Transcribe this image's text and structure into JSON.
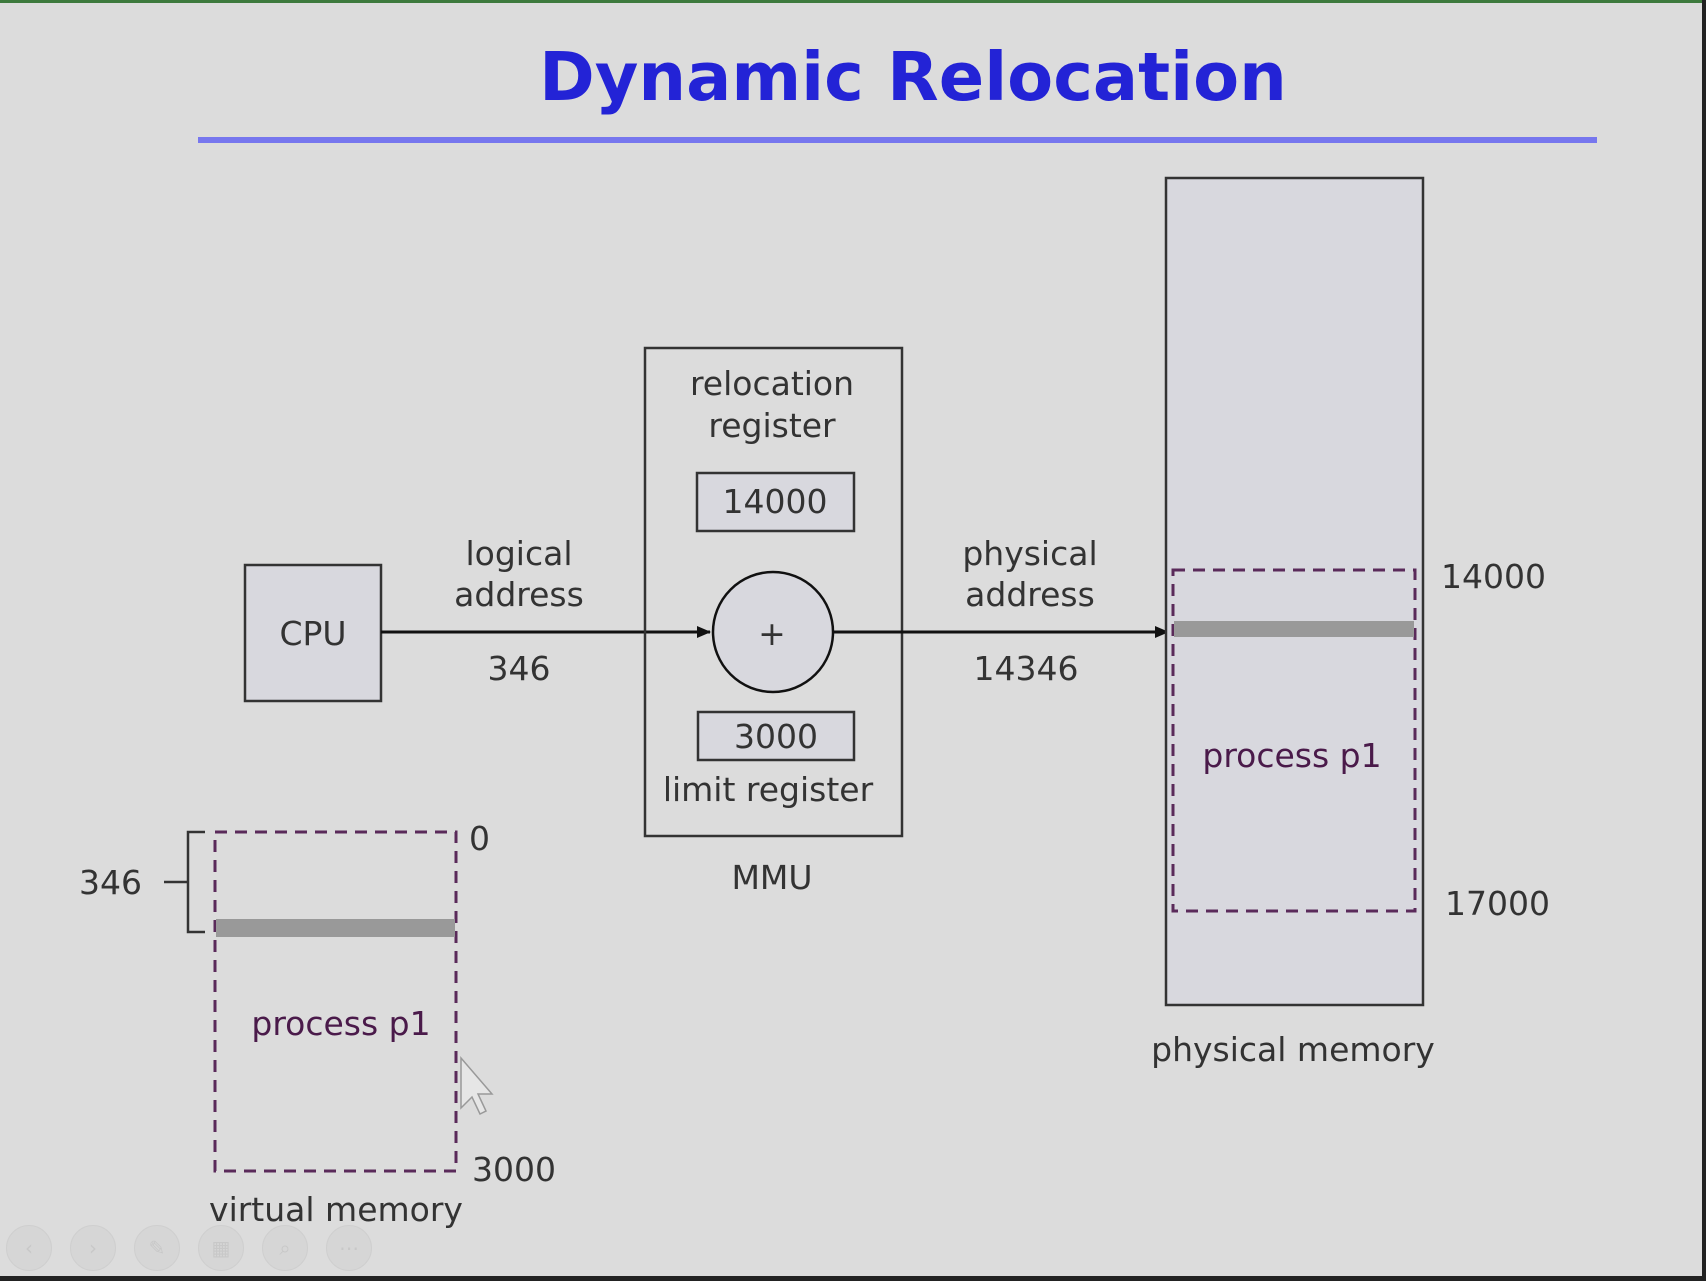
{
  "slide": {
    "title": "Dynamic Relocation"
  },
  "cpu": {
    "label": "CPU"
  },
  "logical_address": {
    "line1": "logical",
    "line2": "address",
    "value": "346"
  },
  "mmu": {
    "relocation_line1": "relocation",
    "relocation_line2": "register",
    "relocation_value": "14000",
    "adder_symbol": "+",
    "limit_value": "3000",
    "limit_label": "limit register",
    "label": "MMU"
  },
  "physical_address": {
    "line1": "physical",
    "line2": "address",
    "value": "14346"
  },
  "physical_memory": {
    "label": "physical memory",
    "process_label": "process p1",
    "start": "14000",
    "end": "17000"
  },
  "virtual_memory": {
    "label": "virtual memory",
    "process_label": "process p1",
    "start": "0",
    "end": "3000",
    "offset": "346"
  },
  "colors": {
    "title": "#2323d6",
    "title_rule": "#7777ee",
    "process_border": "#5a2a5a",
    "access_bar": "#999999",
    "box_fill": "#d8d8de"
  },
  "nav": [
    "back-icon",
    "forward-icon",
    "pen-icon",
    "slides-icon",
    "zoom-icon",
    "more-icon"
  ]
}
